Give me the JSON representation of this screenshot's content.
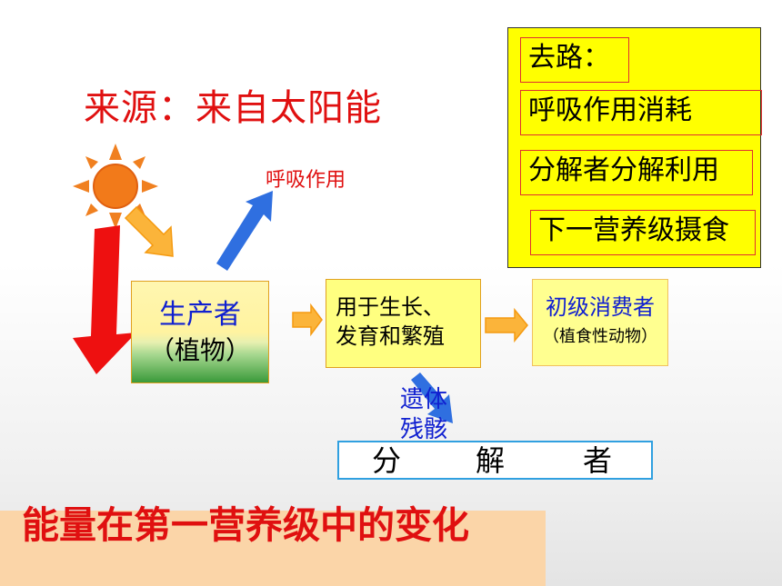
{
  "source_title": "来源：来自太阳能",
  "panel": {
    "heading": "去路：",
    "items": [
      "呼吸作用消耗",
      "分解者分解利用",
      "下一营养级摄食"
    ]
  },
  "respiration_label": "呼吸作用",
  "producer": {
    "name": "生产者",
    "sub": "（植物）"
  },
  "growth": {
    "line1": "用于生长、",
    "line2": "发育和繁殖"
  },
  "consumer": {
    "name": "初级消费者",
    "sub": "（植食性动物）"
  },
  "remains": {
    "line1": "遗体",
    "line2": "残骸"
  },
  "decomposer": {
    "chars": [
      "分",
      "解",
      "者"
    ]
  },
  "bottom_title": "能量在第一营养级中的变化",
  "colors": {
    "title_red": "#e01010",
    "panel_yellow": "#ffff00",
    "label_blue": "#1020d0",
    "arrow_blue": "#2f6fe0",
    "arrow_orange": "#f5a020"
  }
}
